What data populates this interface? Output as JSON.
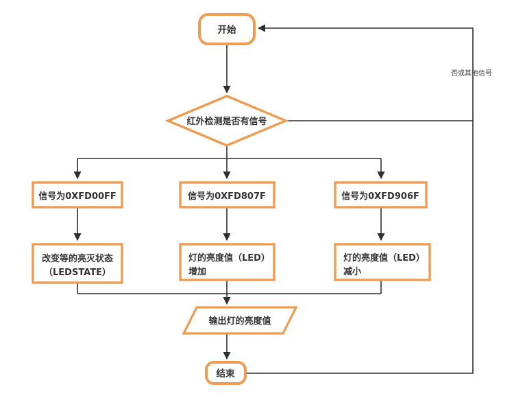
{
  "diagram": {
    "type": "flowchart",
    "colors": {
      "node_border": "#ED9C52",
      "node_fill": "#ffffff",
      "connector": "#2f2f2f",
      "text": "#333333"
    },
    "nodes": {
      "start": {
        "shape": "rounded-terminal",
        "label": "开始"
      },
      "decision": {
        "shape": "diamond",
        "label": "红外检测是否有信号"
      },
      "signal_1": {
        "shape": "rect",
        "label": "信号为0XFD00FF"
      },
      "signal_2": {
        "shape": "rect",
        "label": "信号为0XFD807F"
      },
      "signal_3": {
        "shape": "rect",
        "label": "信号为0XFD906F"
      },
      "action_1": {
        "shape": "rect",
        "lines": [
          "改变等的亮灭状态",
          "（LEDSTATE）"
        ]
      },
      "action_2": {
        "shape": "rect",
        "lines": [
          "灯的亮度值（LED）",
          "增加"
        ]
      },
      "action_3": {
        "shape": "rect",
        "lines": [
          "灯的亮度值（LED）",
          "减小"
        ]
      },
      "output": {
        "shape": "parallelogram",
        "label": "输出灯的亮度值"
      },
      "end": {
        "shape": "rounded-terminal",
        "label": "结束"
      }
    },
    "edge_labels": {
      "loop_back": "否或其他信号"
    }
  }
}
